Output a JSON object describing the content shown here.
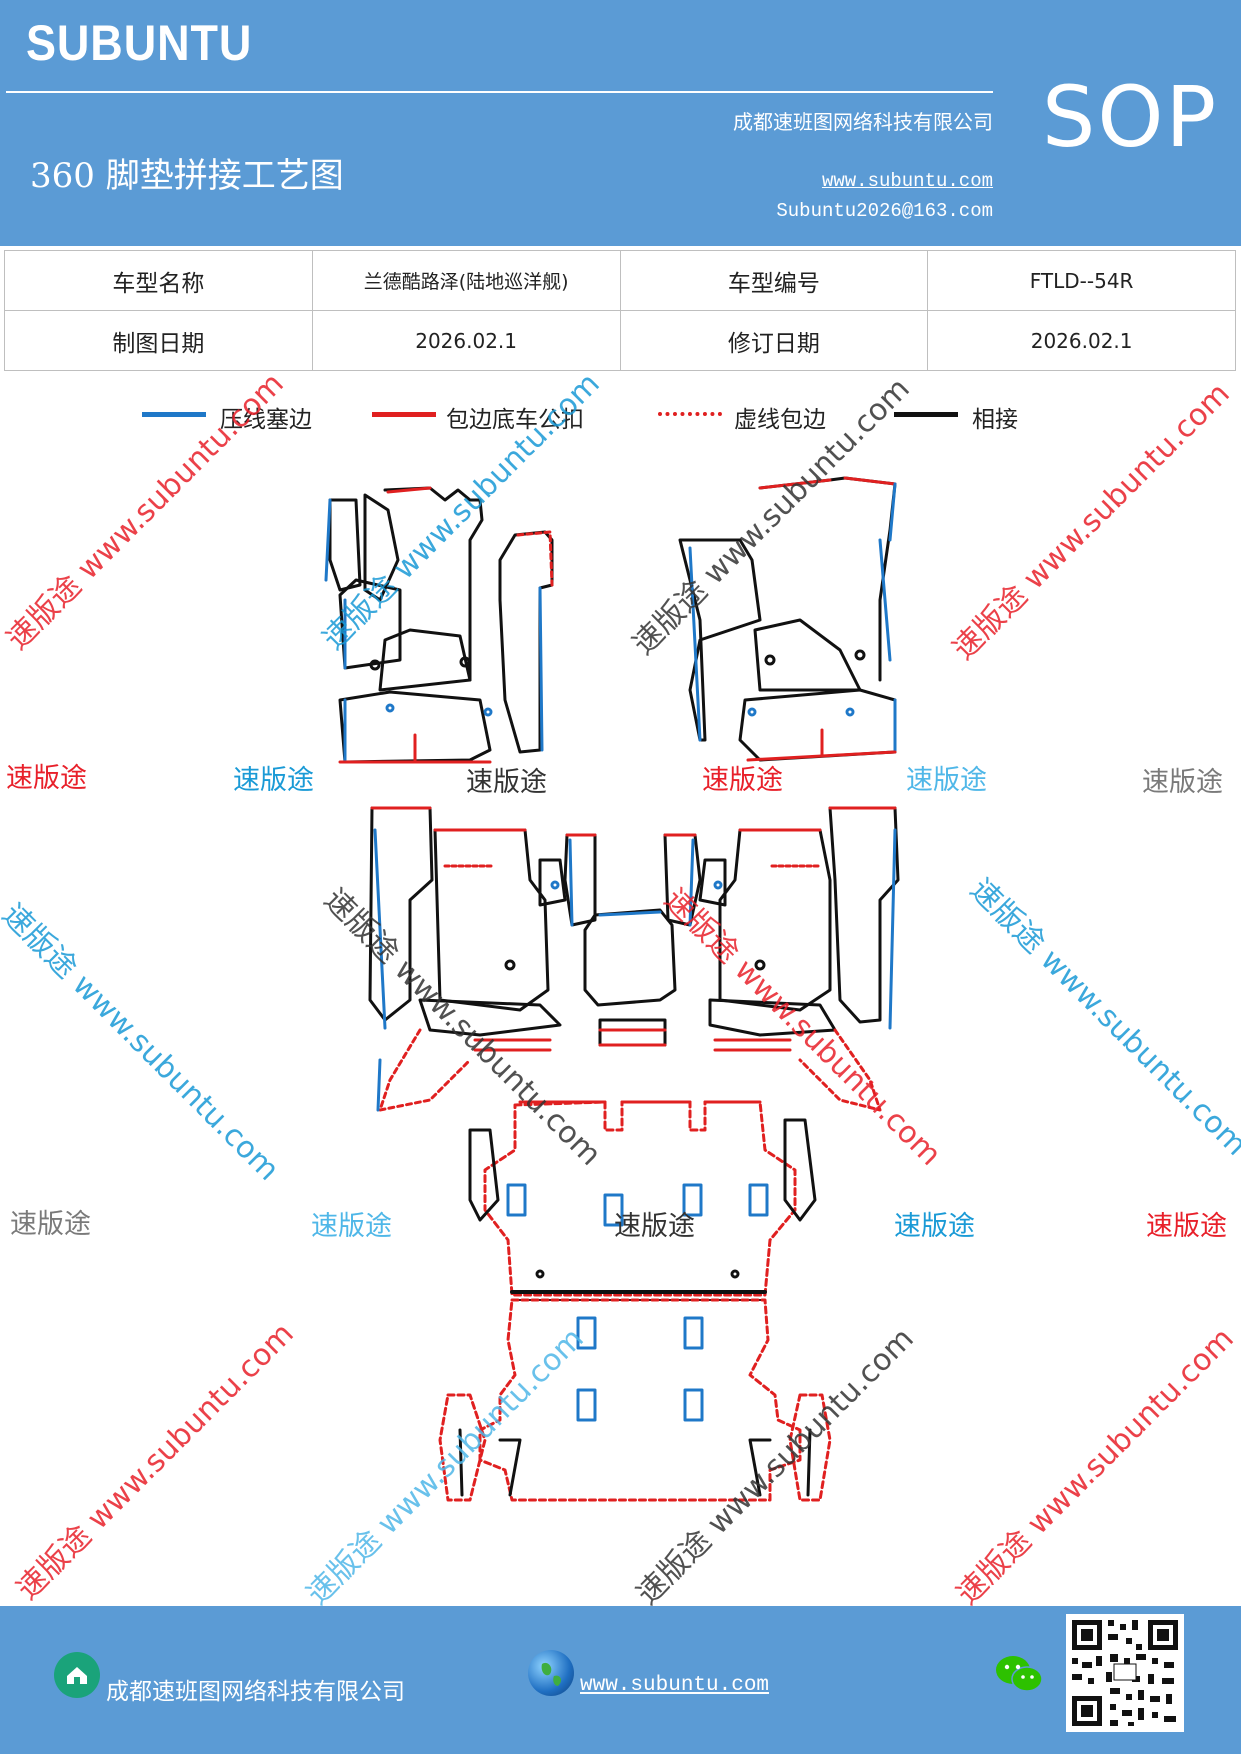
{
  "header": {
    "brand": "SUBUNTU",
    "company": "成都速班图网络科技有限公司",
    "title": "360 脚垫拼接工艺图",
    "website": "www.subuntu.com",
    "email": "Subuntu2026@163.com",
    "doc_type": "SOP"
  },
  "info_table": {
    "model_name_label": "车型名称",
    "model_name_value": "兰德酷路泽(陆地巡洋舰)",
    "model_code_label": "车型编号",
    "model_code_value": "FTLD--54R",
    "draw_date_label": "制图日期",
    "draw_date_value": "2026.02.1",
    "revise_date_label": "修订日期",
    "revise_date_value": "2026.02.1"
  },
  "legend": [
    {
      "label": "压线塞边",
      "color": "#1f78c8",
      "style": "solid"
    },
    {
      "label": "包边底车公扣",
      "color": "#e02020",
      "style": "solid"
    },
    {
      "label": "虚线包边",
      "color": "#e02020",
      "style": "dashed"
    },
    {
      "label": "相接",
      "color": "#111111",
      "style": "solid"
    }
  ],
  "watermarks": {
    "brand_text": "速版途",
    "rotated_text": "速版途 www.subuntu.com",
    "colors": {
      "red": "#e8202a",
      "blue": "#1a9ad6",
      "gray": "#7a7a7a",
      "dark": "#333333"
    }
  },
  "footer": {
    "company": "成都速班图网络科技有限公司",
    "website": "www.subuntu.com",
    "icons": [
      "home-icon",
      "globe-icon",
      "wechat-icon",
      "qr-code"
    ]
  }
}
